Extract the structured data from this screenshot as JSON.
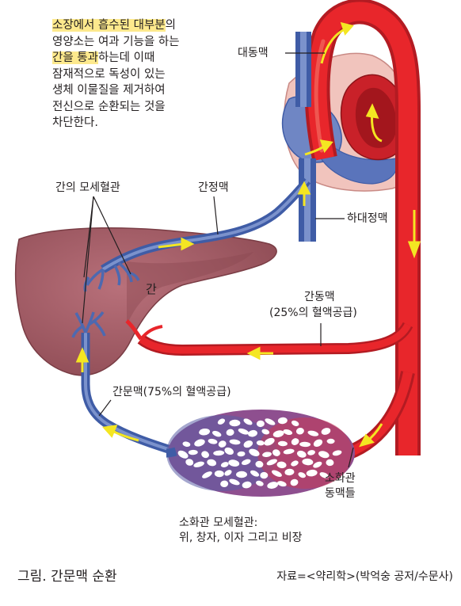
{
  "intro": {
    "line1_a": "소장에서 흡수된 대부분",
    "line1_b": "의",
    "line2": "영양소는 여과 기능을 하는",
    "line3_a": "간을 통과",
    "line3_b": "하는데 이때",
    "line4": "잠재적으로 독성이 있는",
    "line5": "생체 이물질을 제거하여",
    "line6": "전신으로 순환되는 것을",
    "line7": "차단한다."
  },
  "labels": {
    "aorta": "대동맥",
    "hepatic_capillaries": "간의 모세혈관",
    "hepatic_vein": "간정맥",
    "inferior_vena_cava": "하대정맥",
    "liver": "간",
    "hepatic_artery": "간동맥",
    "hepatic_artery_supply": "(25%의 혈액공급)",
    "portal_vein": "간문맥(75%의 혈액공급)",
    "intestinal_arteries_1": "소화관",
    "intestinal_arteries_2": "동맥들",
    "intestinal_capillaries_1": "소화관 모세혈관:",
    "intestinal_capillaries_2": "위, 창자, 이자 그리고 비장"
  },
  "caption": "그림. 간문맥 순환",
  "source": "자료=<약리학>(박억숭 공저/수문사)",
  "colors": {
    "artery": "#e8262b",
    "artery_dark": "#b31b22",
    "vein": "#4d69b0",
    "vein_light": "#8197cc",
    "liver": "#a85d64",
    "liver_shade": "#8c4a52",
    "heart_pink": "#f1c4bd",
    "arrow": "#f4e622",
    "highlight": "#fde98d"
  },
  "icons": {
    "flow_arrow": "yellow-flow-arrow-icon"
  }
}
